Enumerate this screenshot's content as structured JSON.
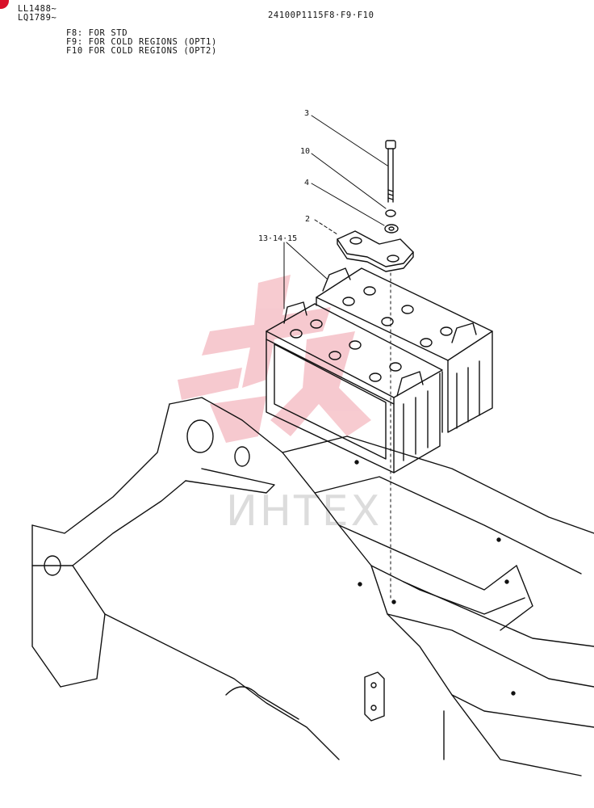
{
  "header": {
    "serial_line1": "LL1488~",
    "serial_line2": "LQ1789~",
    "drawing_number": "24100P1115F8·F9·F10",
    "notes": [
      "F8: FOR STD",
      "F9: FOR COLD REGIONS (OPT1)",
      "F10 FOR COLD REGIONS (OPT2)"
    ]
  },
  "callouts": {
    "bolt": "3",
    "spring_washer": "10",
    "washer": "4",
    "clamp_plate": "2",
    "batteries": "13·14·15"
  },
  "watermark": {
    "text": "ИНТЕХ",
    "color": "#d9102a"
  },
  "colors": {
    "line": "#111111",
    "accent": "#d9102a"
  }
}
